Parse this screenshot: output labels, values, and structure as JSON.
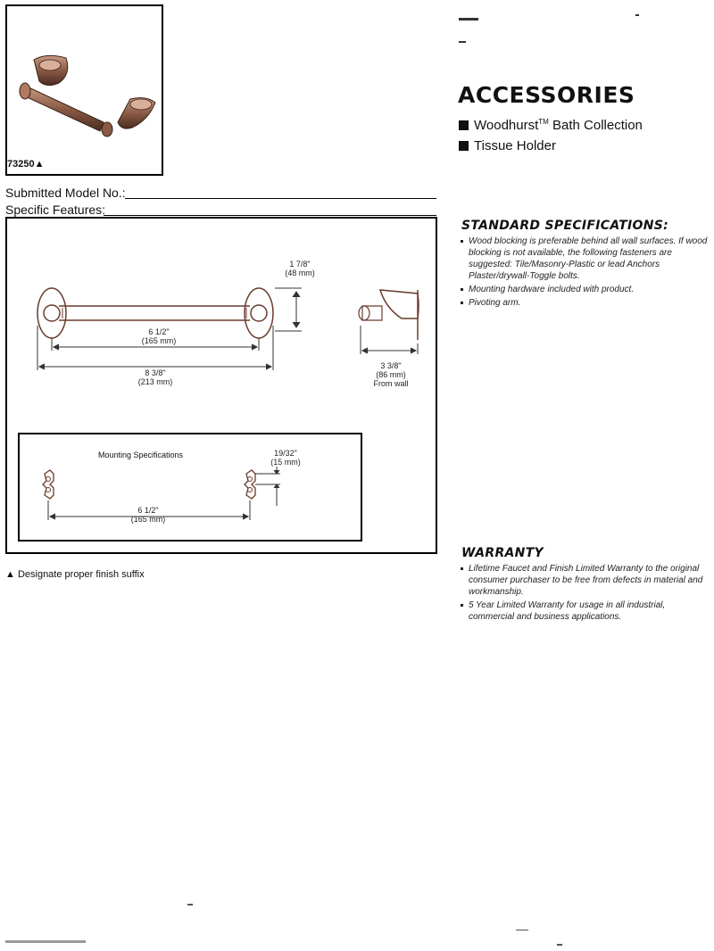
{
  "product": {
    "model_number": "73250",
    "triangle_marker": "▲"
  },
  "form": {
    "submitted_label": "Submitted Model No.:",
    "features_label": "Specific Features:"
  },
  "drawing": {
    "height_dim": "1 7/8\"",
    "height_dim_mm": "(48 mm)",
    "inner_width_dim": "6 1/2\"",
    "inner_width_dim_mm": "(165 mm)",
    "overall_width_dim": "8 3/8\"",
    "overall_width_dim_mm": "(213 mm)",
    "projection_dim": "3 3/8\"",
    "projection_dim_mm": "(86 mm)",
    "projection_note": "From wall",
    "mounting": {
      "title": "Mounting Specifications",
      "offset_dim": "19/32\"",
      "offset_dim_mm": "(15 mm)",
      "spacing_dim": "6 1/2\"",
      "spacing_dim_mm": "(165 mm)"
    }
  },
  "finish_note": "▲ Designate proper finish suffix",
  "category": {
    "title": "ACCESSORIES",
    "collection_name": "Woodhurst",
    "collection_tm": "TM",
    "collection_suffix": "Bath Collection",
    "product_type": "Tissue Holder"
  },
  "standard_specs": {
    "title": "STANDARD SPECIFICATIONS:",
    "items": [
      "Wood blocking is preferable behind all wall surfaces. If wood blocking is not available, the following fasteners are suggested: Tile/Masonry-Plastic or lead Anchors Plaster/drywall-Toggle bolts.",
      "Mounting hardware included with product.",
      "Pivoting arm."
    ]
  },
  "warranty": {
    "title": "WARRANTY",
    "items": [
      "Lifetime Faucet and Finish Limited Warranty to the original consumer purchaser to be free from defects in material and workmanship.",
      "5 Year Limited Warranty for usage in all industrial, commercial and business applications."
    ]
  },
  "colors": {
    "metal_dark": "#5a3a2a",
    "metal_mid": "#8a5a44",
    "metal_light": "#c79a82",
    "line": "#111111"
  }
}
